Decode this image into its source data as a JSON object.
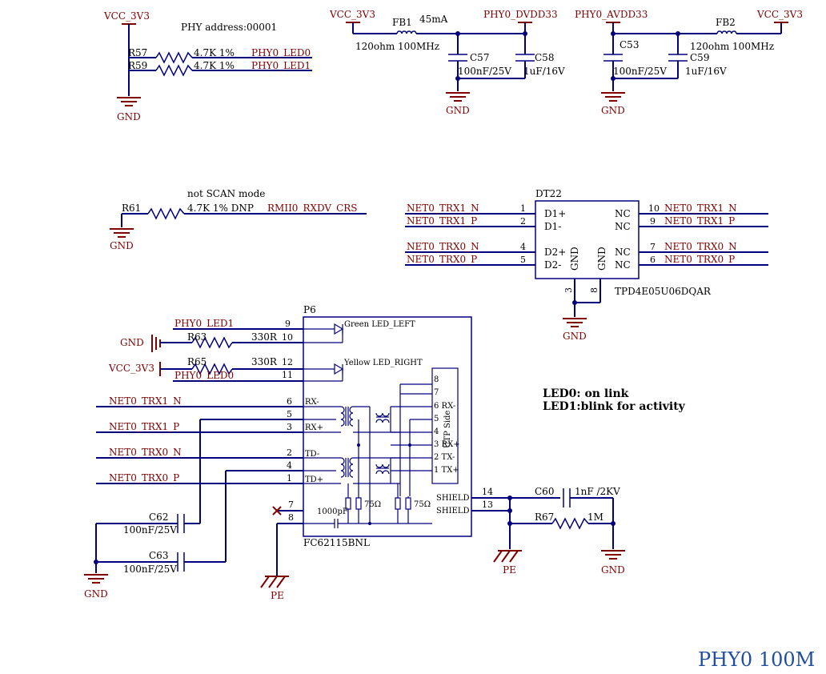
{
  "labels": {
    "vcc": "VCC_3V3",
    "gnd": "GND",
    "pe": "PE",
    "phy_address": "PHY address:00001",
    "phy0_led0": "PHY0_LED0",
    "phy0_led1": "PHY0_LED1",
    "phy0_dvdd33": "PHY0_DVDD33",
    "phy0_avdd33": "PHY0_AVDD33",
    "not_scan_mode": "not SCAN mode",
    "rmii0_rxdv_crs": "RMII0_RXDV_CRS",
    "net0_trx1_n": "NET0_TRX1_N",
    "net0_trx1_p": "NET0_TRX1_P",
    "net0_trx0_n": "NET0_TRX0_N",
    "net0_trx0_p": "NET0_TRX0_P",
    "current_45ma": "45mA"
  },
  "components": {
    "r57": {
      "ref": "R57",
      "value": "4.7K  1%"
    },
    "r59": {
      "ref": "R59",
      "value": "4.7K  1%"
    },
    "r61": {
      "ref": "R61",
      "value": "4.7K  1% DNP"
    },
    "r63": {
      "ref": "R63",
      "value": "330R"
    },
    "r65": {
      "ref": "R65",
      "value": "330R"
    },
    "r67": {
      "ref": "R67",
      "value": "1M"
    },
    "fb1": {
      "ref": "FB1",
      "value": "120ohm 100MHz"
    },
    "fb2": {
      "ref": "FB2",
      "value": "120ohm 100MHz"
    },
    "c57": {
      "ref": "C57",
      "value": "100nF/25V"
    },
    "c58": {
      "ref": "C58",
      "value": "1uF/16V"
    },
    "c53": {
      "ref": "C53",
      "value": "100nF/25V"
    },
    "c59": {
      "ref": "C59",
      "value": "1uF/16V"
    },
    "c60": {
      "ref": "C60",
      "value": "1nF /2KV"
    },
    "c62": {
      "ref": "C62",
      "value": "100nF/25V"
    },
    "c63": {
      "ref": "C63",
      "value": "100nF/25V"
    },
    "dt22": {
      "ref": "DT22",
      "part": "TPD4E05U06DQAR",
      "pin_names": {
        "d1p": "D1+",
        "d1m": "D1-",
        "d2p": "D2+",
        "d2m": "D2-",
        "nc": "NC",
        "gnd": "GND"
      },
      "pins": {
        "p1": "1",
        "p2": "2",
        "p3": "3",
        "p4": "4",
        "p5": "5",
        "p6": "6",
        "p7": "7",
        "p8": "8",
        "p9": "9",
        "p10": "10"
      }
    },
    "p6": {
      "ref": "P6",
      "part": "FC62115BNL",
      "green_led": "Green LED_LEFT",
      "yellow_led": "Yellow LED_RIGHT",
      "cap_internal": "1000pF",
      "res_internal": "75Ω",
      "utp_side": "UTP Side",
      "shield": "SHIELD",
      "pin_names": {
        "rxm": "RX-",
        "rxp": "RX+",
        "txm": "TD-",
        "txp": "TD+"
      },
      "utp_pins": {
        "u8": "8",
        "u7": "7",
        "u6": "6 RX-",
        "u5": "5",
        "u4": "4",
        "u3": "3 RX+",
        "u2": "2 TX-",
        "u1": "1 TX+"
      },
      "pins": {
        "p1": "1",
        "p2": "2",
        "p3": "3",
        "p4": "4",
        "p5": "5",
        "p6": "6",
        "p7": "7",
        "p8": "8",
        "p9": "9",
        "p10": "10",
        "p11": "11",
        "p12": "12",
        "p13": "13",
        "p14": "14"
      }
    }
  },
  "notes": {
    "led0": "LED0: on link",
    "led1": "LED1:blink for activity"
  },
  "title": "PHY0 100M"
}
